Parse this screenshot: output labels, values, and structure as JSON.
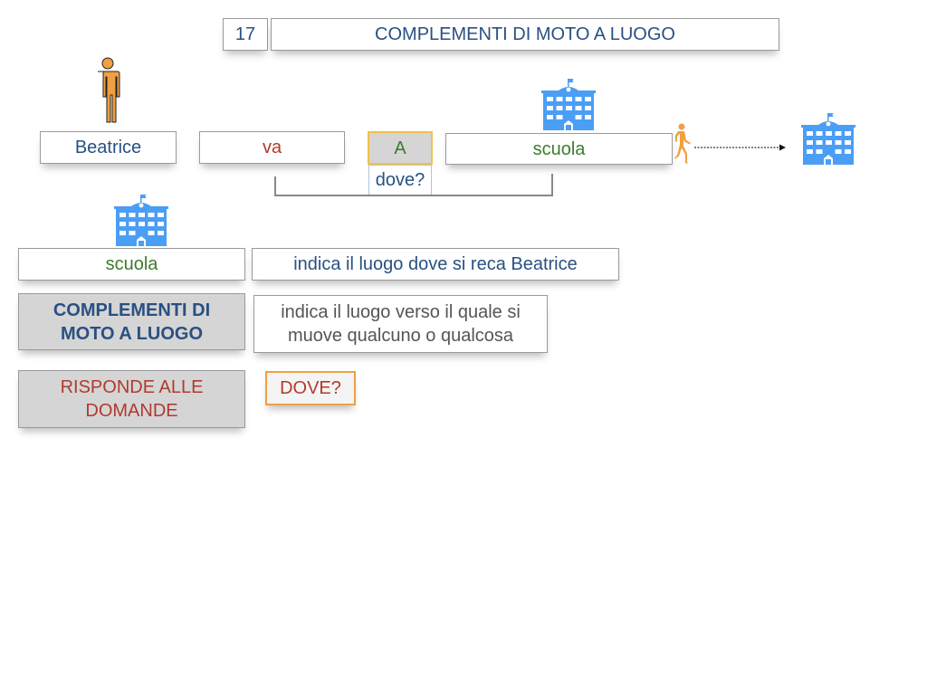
{
  "header": {
    "slide_number": "17",
    "title": "COMPLEMENTI DI MOTO A LUOGO"
  },
  "sentence": {
    "subject": "Beatrice",
    "verb": "va",
    "preposition": "A",
    "question": "dove?",
    "place": "scuola"
  },
  "explanation": {
    "term": "scuola",
    "term_description": "indica il luogo dove si reca Beatrice",
    "category": "COMPLEMENTI DI MOTO A LUOGO",
    "category_description": "indica il luogo verso il quale si muove qualcuno o qualcosa",
    "answers_label": "RISPONDE ALLE DOMANDE",
    "answers_question": "DOVE?"
  },
  "colors": {
    "blue_text": "#2a5082",
    "red_text": "#b03a2e",
    "green_text": "#3a7d2c",
    "school_blue": "#4a9ef5",
    "person_orange": "#f0a040"
  }
}
